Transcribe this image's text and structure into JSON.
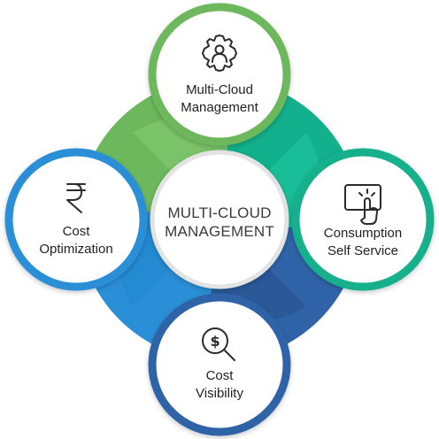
{
  "center": {
    "line1": "MULTI-CLOUD",
    "line2": "MANAGEMENT"
  },
  "nodes": {
    "top": {
      "line1": "Multi-Cloud",
      "line2": "Management",
      "icon": "gear-person-icon",
      "color": "#6db85c"
    },
    "right": {
      "line1": "Consumption",
      "line2": "Self Service",
      "icon": "touch-screen-icon",
      "color": "#12b08c"
    },
    "bottom": {
      "line1": "Cost",
      "line2": "Visibility",
      "icon": "dollar-search-icon",
      "color": "#2f63a8"
    },
    "left": {
      "line1": "Cost",
      "line2": "Optimization",
      "icon": "rupee-icon",
      "color": "#2a8fd6"
    }
  }
}
